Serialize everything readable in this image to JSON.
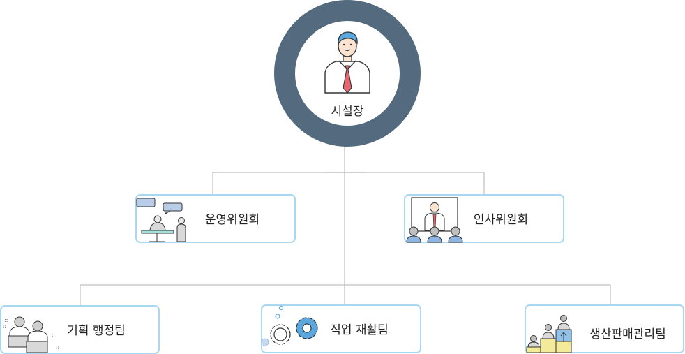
{
  "chart": {
    "root": {
      "label": "시설장"
    },
    "level1": [
      {
        "label": "운영위원회"
      },
      {
        "label": "인사위원회"
      }
    ],
    "level2": [
      {
        "label": "기획 행정팀"
      },
      {
        "label": "직업 재활팀"
      },
      {
        "label": "생산판매관리팀"
      }
    ]
  },
  "colors": {
    "ring": "#546a7f",
    "connector": "#bdbdbd",
    "box_border": "#a9d6f0",
    "accent_blue": "#5aa7e0"
  }
}
